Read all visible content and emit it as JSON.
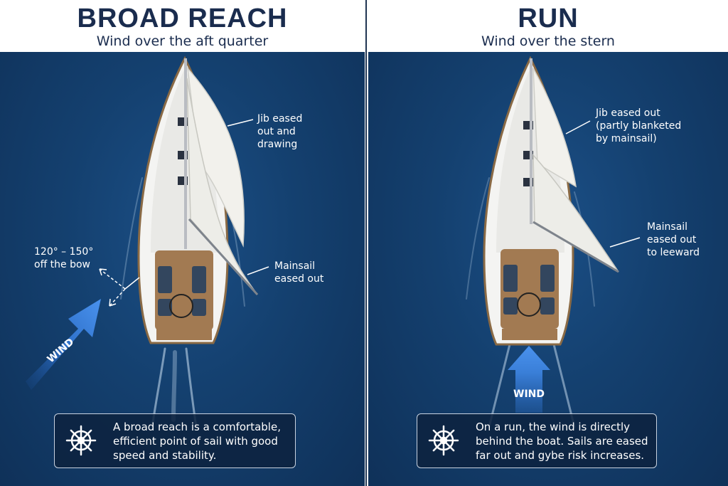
{
  "panels": [
    {
      "title": "BROAD REACH",
      "subtitle": "Wind over the aft quarter",
      "labels": {
        "jib": [
          "Jib eased",
          "out and",
          "drawing"
        ],
        "mainsail": [
          "Mainsail",
          "eased out"
        ],
        "angle": [
          "120° – 150°",
          "off the bow"
        ]
      },
      "wind_label": "WIND",
      "info_lines": [
        "A broad reach is a comfortable,",
        "efficient point of sail with good",
        "speed and stability."
      ]
    },
    {
      "title": "RUN",
      "subtitle": "Wind over the stern",
      "labels": {
        "jib": [
          "Jib eased out",
          "(partly blanketed",
          "by mainsail)"
        ],
        "mainsail": [
          "Mainsail",
          "eased out",
          "to leeward"
        ]
      },
      "wind_label": "WIND",
      "info_lines": [
        "On a run, the wind is directly",
        "behind the boat. Sails are eased",
        "far out and gybe risk increases."
      ]
    }
  ],
  "colors": {
    "title": "#1a2c4e",
    "sea": "#14406f",
    "wind_arrow": "#3a7fd8",
    "infobox_border": "#c8d2e0"
  },
  "icons": [
    "ship-wheel-icon",
    "wind-arrow-icon"
  ]
}
